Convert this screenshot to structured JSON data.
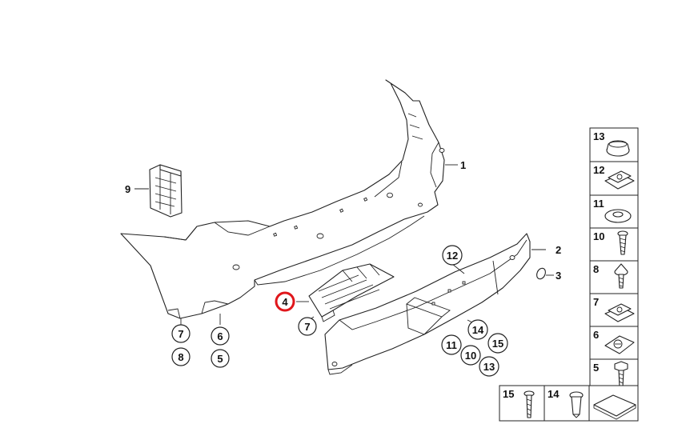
{
  "diagram": {
    "bumper_cover_label": "1",
    "diffuser_label": "2",
    "clip_label": "3",
    "highlighted_label": "4",
    "grille_label": "9",
    "reflector_callouts": [
      "7",
      "8",
      "6",
      "5"
    ],
    "part4_callout": "7",
    "diffuser_callouts": [
      "12",
      "14",
      "15",
      "11",
      "10",
      "13"
    ],
    "highlight_color": "#e0161b",
    "hardware_panel": {
      "cells": [
        "13",
        "12",
        "11",
        "10",
        "8",
        "7",
        "6",
        "5"
      ],
      "bottom_cells": [
        "15",
        "14"
      ]
    }
  }
}
